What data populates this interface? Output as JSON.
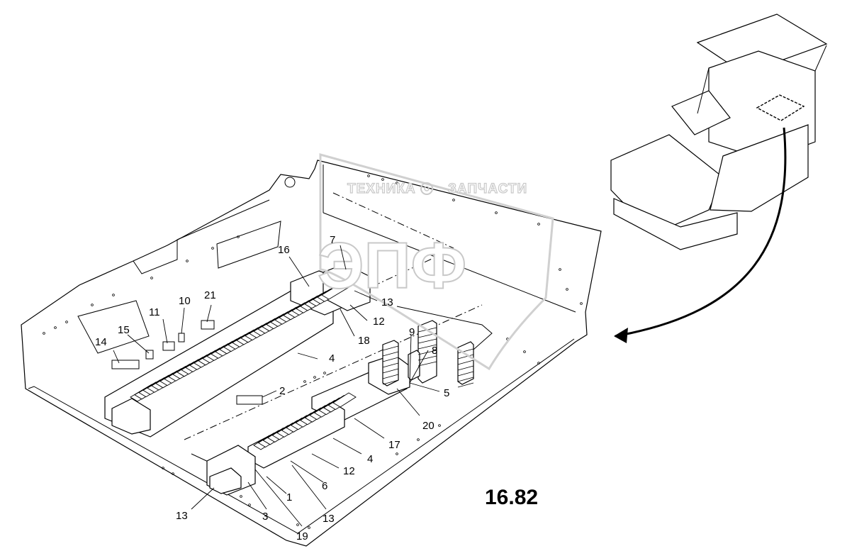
{
  "figure_number": "16.82",
  "watermark": {
    "top_left": "ТЕХНИКА",
    "top_right": "ЗАПЧАСТИ",
    "logo": "ЭПФ",
    "gear_icon": "gear-icon"
  },
  "callouts": {
    "c1": "1",
    "c2": "2",
    "c3": "3",
    "c4a": "4",
    "c4b": "4",
    "c5": "5",
    "c6": "6",
    "c7": "7",
    "c8": "8",
    "c9": "9",
    "c10": "10",
    "c11": "11",
    "c12a": "12",
    "c12b": "12",
    "c13a": "13",
    "c13b": "13",
    "c13c": "13",
    "c14": "14",
    "c15": "15",
    "c16": "16",
    "c17": "17",
    "c18": "18",
    "c19": "19",
    "c20": "20",
    "c21": "21"
  }
}
